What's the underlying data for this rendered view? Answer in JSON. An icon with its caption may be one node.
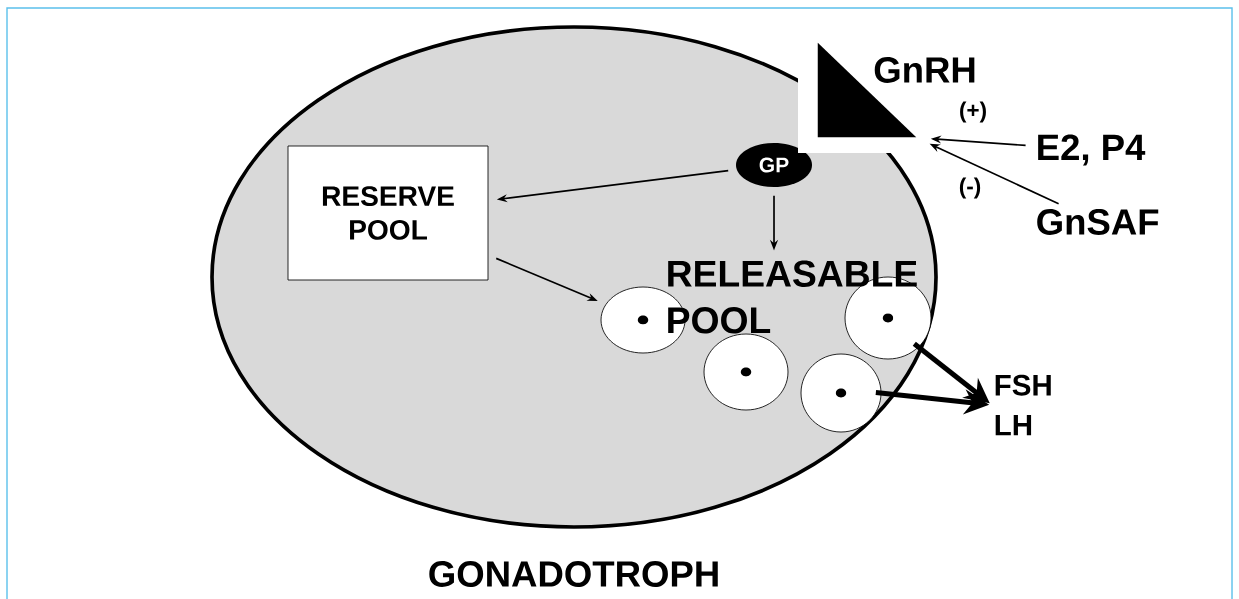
{
  "diagram": {
    "nodes": [
      {
        "text": [],
        "shape": "circle",
        "beside": [
          "GONADOTROPH"
        ]
      },
      {
        "text": [
          "RESERVE POOL"
        ],
        "in": 0
      },
      {
        "text": [
          "GP"
        ],
        "in": 0
      },
      {
        "text": [
          "RELEASABLE POOL"
        ],
        "in": 0
      },
      {
        "text": [],
        "shape": "circle",
        "in": 0
      },
      {
        "text": [],
        "shape": "circle",
        "in": 0
      },
      {
        "text": [],
        "shape": "circle",
        "in": 0
      },
      {
        "text": [],
        "shape": "circle",
        "in": 0
      },
      {
        "text": [],
        "shape": "triangle",
        "beside": [
          "GnRH"
        ]
      },
      {
        "text": [
          "E2, P4"
        ]
      },
      {
        "text": [
          "GnSAF"
        ]
      },
      {
        "text": [
          "FSH LH"
        ]
      }
    ],
    "edges": [
      {
        "from": 2,
        "to": 1,
        "arrow": "to"
      },
      {
        "from": 2,
        "to": 3,
        "arrow": "to"
      },
      {
        "from": 1,
        "to": 4,
        "arrow": "to"
      },
      {
        "from": 9,
        "to": 8,
        "arrow": "to",
        "label": "(+)"
      },
      {
        "from": 10,
        "to": 8,
        "arrow": "to",
        "label": "(-)"
      },
      {
        "from": 7,
        "to": 11,
        "arrow": "to",
        "style": "thick"
      },
      {
        "from": 6,
        "to": 11,
        "arrow": "to",
        "style": "thick"
      }
    ]
  }
}
